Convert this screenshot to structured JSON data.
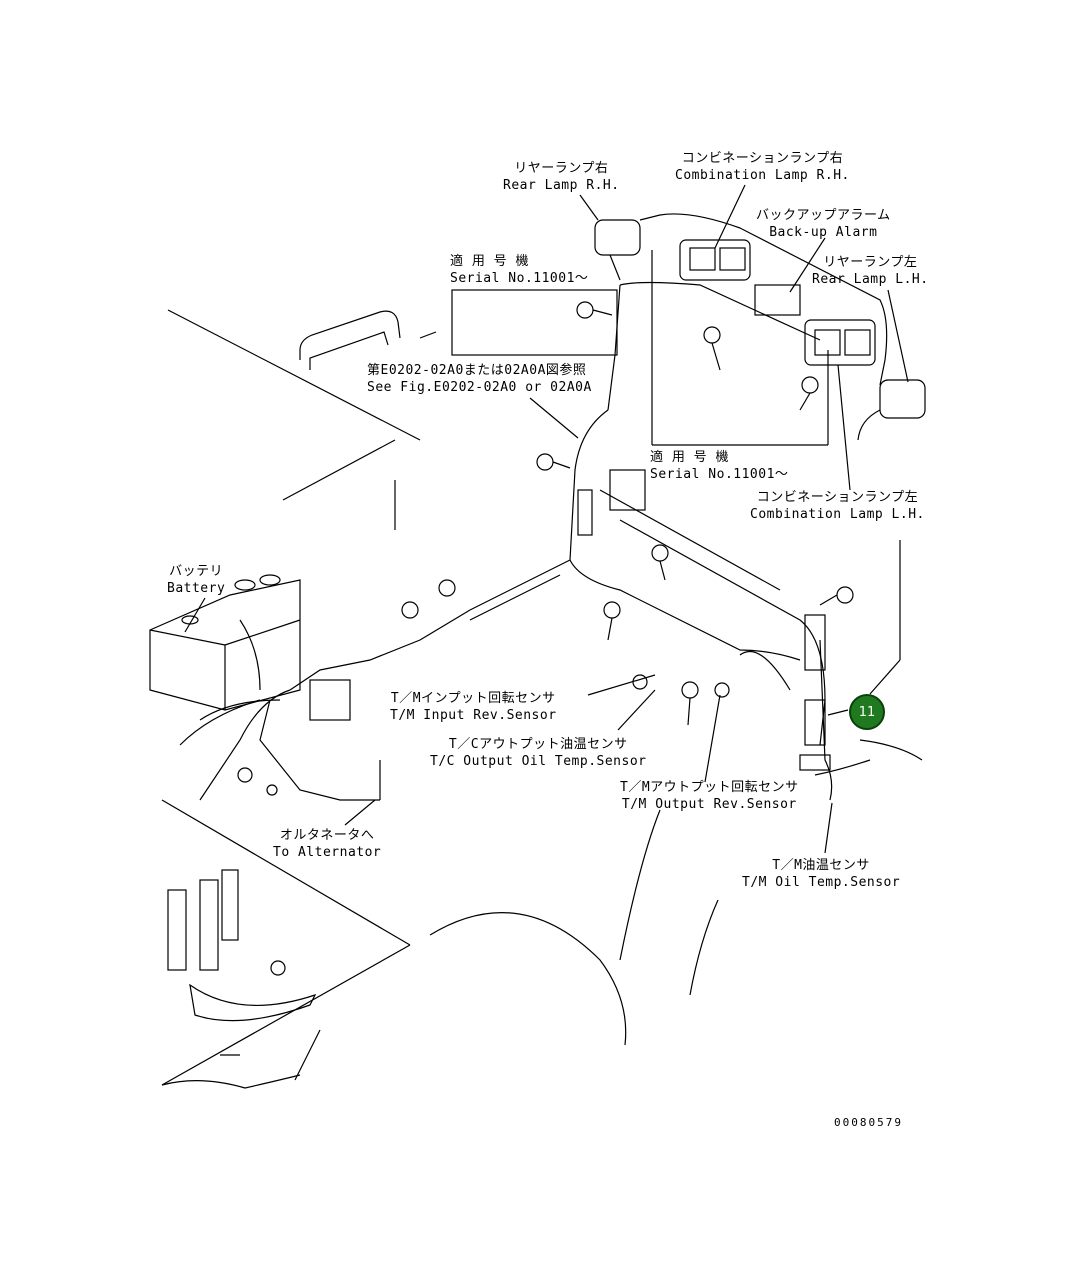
{
  "labels": {
    "rear_lamp_rh": {
      "jp": "リヤーランプ右",
      "en": "Rear Lamp R.H."
    },
    "combination_lamp_rh": {
      "jp": "コンビネーションランプ右",
      "en": "Combination Lamp R.H."
    },
    "backup_alarm": {
      "jp": "バックアップアラーム",
      "en": "Back-up Alarm"
    },
    "rear_lamp_lh": {
      "jp": "リヤーランプ左",
      "en": "Rear Lamp L.H."
    },
    "serial_top": {
      "jp": "適 用 号 機",
      "en": "Serial No.11001～"
    },
    "see_fig": {
      "jp": "第E0202-02A0または02A0A図参照",
      "en": "See Fig.E0202-02A0 or 02A0A"
    },
    "serial_mid": {
      "jp": "適 用 号 機",
      "en": "Serial No.11001～"
    },
    "combination_lamp_lh": {
      "jp": "コンビネーションランプ左",
      "en": "Combination Lamp L.H."
    },
    "battery": {
      "jp": "バッテリ",
      "en": "Battery"
    },
    "tm_input_sensor": {
      "jp": "T／Mインプット回転センサ",
      "en": "T/M Input Rev.Sensor"
    },
    "tc_output_oil": {
      "jp": "T／Cアウトプット油温センサ",
      "en": "T/C Output Oil Temp.Sensor"
    },
    "tm_output_sensor": {
      "jp": "T／Mアウトプット回転センサ",
      "en": "T/M Output Rev.Sensor"
    },
    "to_alternator": {
      "jp": "オルタネータへ",
      "en": "To Alternator"
    },
    "tm_oil_temp": {
      "jp": "T／M油温センサ",
      "en": "T/M Oil Temp.Sensor"
    }
  },
  "callout_number": "11",
  "document_number": "00080579",
  "colors": {
    "callout_fill": "#1f7a1f",
    "line": "#000000"
  }
}
